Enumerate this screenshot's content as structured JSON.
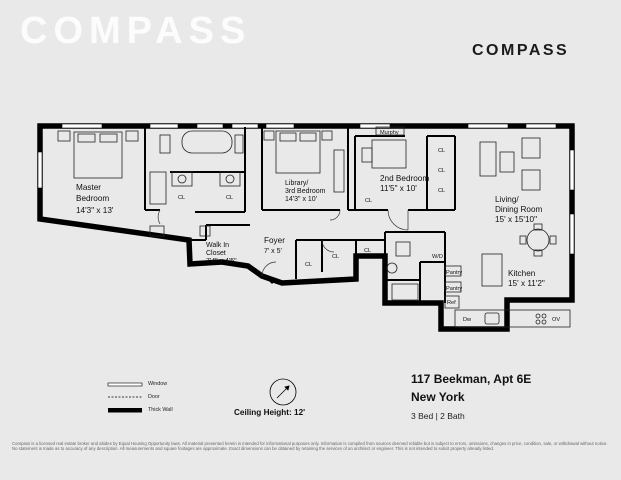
{
  "watermark": "COMPASS",
  "brand": "COMPASS",
  "rooms": {
    "master_name": "Master",
    "master_name2": "Bedroom",
    "master_dim": "14'3\" x 13'",
    "library_name": "Library/",
    "library_name2": "3rd Bedroom",
    "library_dim": "14'3\" x 10'",
    "second_name": "2nd Bedroom",
    "second_dim": "11'5\" x 10'",
    "living_name": "Living/",
    "living_name2": "Dining Room",
    "living_dim": "15' x 15'10\"",
    "walkin_name": "Walk In",
    "walkin_name2": "Closet",
    "walkin_dim": "7'4\" x 4'5\"",
    "foyer_name": "Foyer",
    "foyer_dim": "7' x 5'",
    "kitchen_name": "Kitchen",
    "kitchen_dim": "15' x 11'2\""
  },
  "labels": {
    "cl": "CL",
    "murphy": "Murphy",
    "wd": "W/D",
    "pantry": "Pantry",
    "ref": "Ref",
    "dw": "Dw",
    "ov": "OV"
  },
  "legend": {
    "window": "Window",
    "door": "Door",
    "thick_wall": "Thick Wall"
  },
  "ceiling": "Ceiling Height: 12'",
  "listing": {
    "address": "117 Beekman, Apt 6E",
    "city": "New York",
    "beds_baths": "3 Bed | 2 Bath"
  },
  "disclaimer": "Compass is a licensed real estate broker and abides by Equal Housing Opportunity laws. All material presented herein is intended for informational purposes only. Information is compiled from sources deemed reliable but is subject to errors, omissions, changes in price, condition, sale, or withdrawal without notice. No statement is made as to accuracy of any description. All measurements and square footages are approximate. Exact dimensions can be obtained by retaining the services of an architect or engineer. This is not intended to solicit property already listed."
}
